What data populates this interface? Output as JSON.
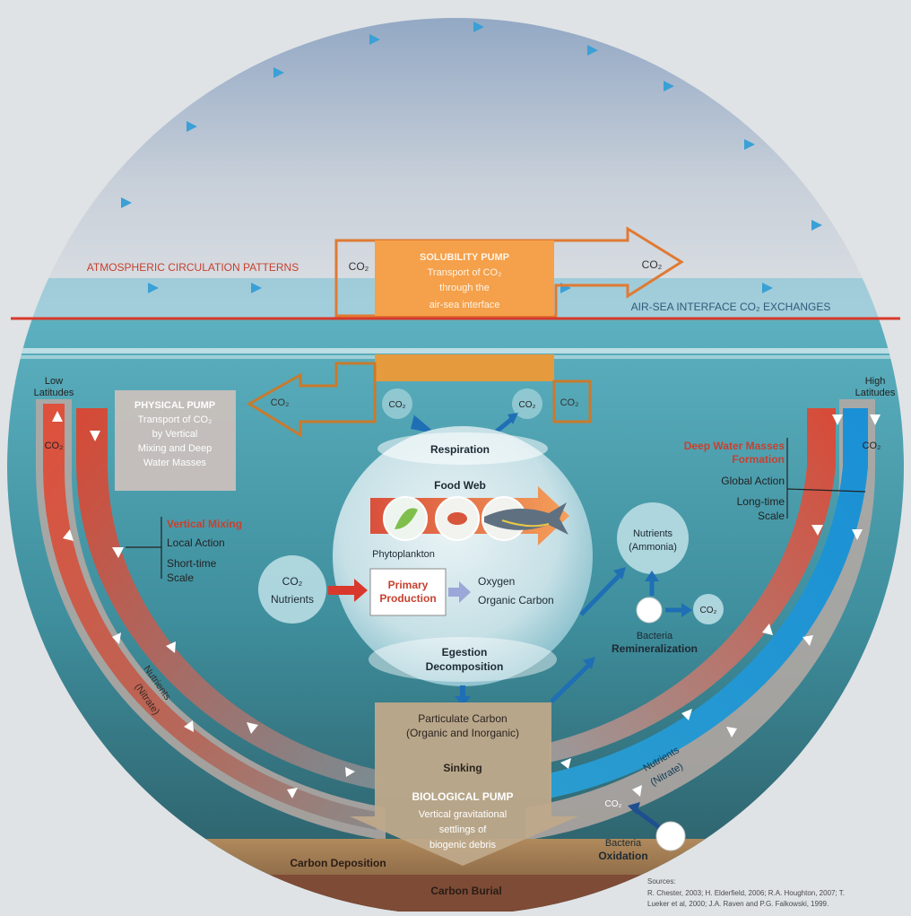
{
  "atmosphere": {
    "circulation_label": "ATMOSPHERIC CIRCULATION PATTERNS",
    "interface_label": "AIR-SEA INTERFACE CO₂ EXCHANGES"
  },
  "solubility_pump": {
    "title": "SOLUBILITY PUMP",
    "line1": "Transport of CO₂",
    "line2": "through the",
    "line3": "air-sea interface",
    "co2_in": "CO₂",
    "co2_out": "CO₂"
  },
  "physical_pump": {
    "title": "PHYSICAL PUMP",
    "line1": "Transport of CO₂",
    "line2": "by Vertical",
    "line3": "Mixing and Deep",
    "line4": "Water Masses",
    "co2_left": "CO₂",
    "co2_right": "CO₂"
  },
  "latitudes": {
    "low_line1": "Low",
    "low_line2": "Latitudes",
    "high_line1": "High",
    "high_line2": "Latitudes"
  },
  "vertical_mixing": {
    "title": "Vertical Mixing",
    "line1": "Local Action",
    "line2": "Short-time",
    "line3": "Scale"
  },
  "deep_water": {
    "title_line1": "Deep Water Masses",
    "title_line2": "Formation",
    "line1": "Global Action",
    "line2": "Long-time",
    "line3": "Scale"
  },
  "loops": {
    "co2_left": "CO₂",
    "co2_right": "CO₂",
    "nutrients_left_line1": "Nutrients",
    "nutrients_left_line2": "(Nitrate)",
    "nutrients_right_line1": "Nutrients",
    "nutrients_right_line2": "(Nitrate)"
  },
  "food_web": {
    "respiration": "Respiration",
    "co2_left": "CO₂",
    "co2_right": "CO₂",
    "title": "Food Web",
    "phytoplankton": "Phytoplankton",
    "inputs_line1": "CO₂",
    "inputs_line2": "Nutrients",
    "primary_line1": "Primary",
    "primary_line2": "Production",
    "oxygen": "Oxygen",
    "organic_carbon": "Organic Carbon",
    "egestion": "Egestion",
    "decomposition": "Decomposition"
  },
  "remineralization": {
    "nutrients_line1": "Nutrients",
    "nutrients_line2": "(Ammonia)",
    "co2": "CO₂",
    "bacteria": "Bacteria",
    "label": "Remineralization"
  },
  "biological_pump": {
    "particulate_line1": "Particulate Carbon",
    "particulate_line2": "(Organic and Inorganic)",
    "sinking": "Sinking",
    "title": "BIOLOGICAL PUMP",
    "line1": "Vertical gravitational",
    "line2": "settlings of",
    "line3": "biogenic debris"
  },
  "seafloor": {
    "deposition": "Carbon Deposition",
    "burial": "Carbon Burial",
    "bacteria": "Bacteria",
    "oxidation": "Oxidation",
    "co2": "CO₂"
  },
  "sources": {
    "heading": "Sources:",
    "line1": "R. Chester, 2003; H. Elderfield, 2006; R.A. Houghton, 2007; T.",
    "line2": "Lueker et al, 2000; J.A. Raven and P.G. Falkowski, 1999."
  },
  "colors": {
    "sky_top": "#8fa6c4",
    "sky_bottom": "#d9dde2",
    "ocean_top": "#4fa6b5",
    "ocean_bottom": "#2d5f68",
    "solubility_orange": "#f5a04a",
    "warm_red": "#d84a37",
    "cold_blue": "#1f8fd0",
    "sediment": "#9b7656",
    "label_red": "#c7412f"
  }
}
